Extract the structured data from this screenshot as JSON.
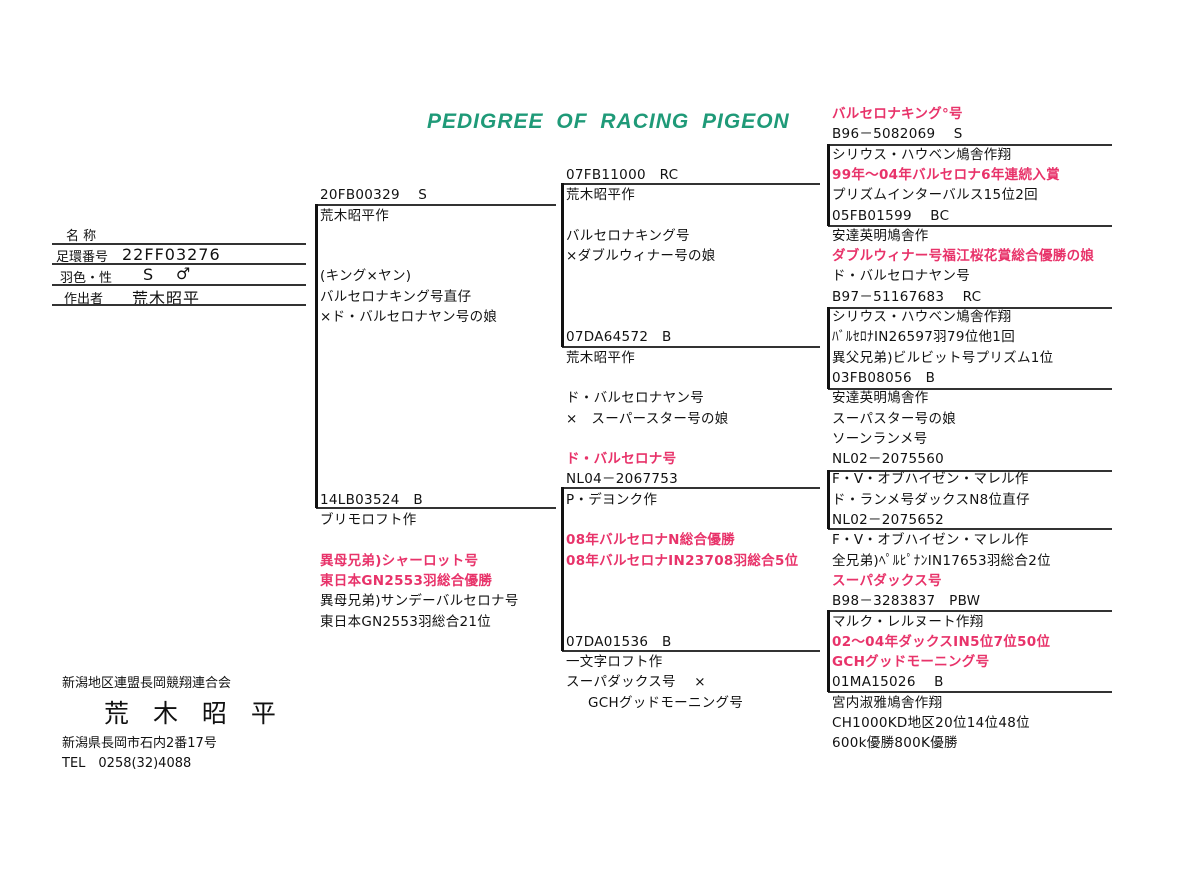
{
  "title": "PEDIGREE OF RACING PIGEON",
  "subject": {
    "name_label": "名 称",
    "ring_label": "足環番号",
    "ring": "22FF03276",
    "color_sex_label": "羽色・性",
    "color": "S",
    "sex": "♂",
    "breeder_label": "作出者",
    "breeder": "荒木昭平"
  },
  "parents": [
    {
      "text": "20FB00329　 S"
    },
    {
      "text": "荒木昭平作"
    },
    {
      "text": "(キング×ヤン)"
    },
    {
      "text": "バルセロナキング号直仔"
    },
    {
      "text": "×ド・バルセロナヤン号の娘"
    },
    {
      "text": "14LB03524　B"
    },
    {
      "text": "ブリモロフト作"
    },
    {
      "text": "異母兄弟)シャーロット号",
      "highlight": true
    },
    {
      "text": "東日本GN2553羽総合優勝",
      "highlight": true
    },
    {
      "text": "異母兄弟)サンデーバルセロナ号"
    },
    {
      "text": "東日本GN2553羽総合21位"
    }
  ],
  "grandparents": [
    {
      "text": "07FB11000　RC"
    },
    {
      "text": "荒木昭平作"
    },
    {
      "text": "バルセロナキング号"
    },
    {
      "text": "×ダブルウィナー号の娘"
    },
    {
      "text": "07DA64572　B"
    },
    {
      "text": "荒木昭平作"
    },
    {
      "text": "ド・バルセロナヤン号"
    },
    {
      "text": "×　スーパースター号の娘"
    },
    {
      "text": "ド・バルセロナ号",
      "highlight": true
    },
    {
      "text": "NL04－2067753"
    },
    {
      "text": "P・デヨンク作"
    },
    {
      "text": "08年バルセロナN総合優勝",
      "highlight": true
    },
    {
      "text": "08年バルセロナIN23708羽総合5位",
      "highlight": true
    },
    {
      "text": "07DA01536　B"
    },
    {
      "text": "一文字ロフト作"
    },
    {
      "text": "スーパダックス号　 ×"
    },
    {
      "text": "GCHグッドモーニング号"
    }
  ],
  "great_grandparents": [
    {
      "text": "バルセロナキング°号",
      "highlight": true
    },
    {
      "text": "B96－5082069　 S"
    },
    {
      "text": "シリウス・ハウベン鳩舎作翔"
    },
    {
      "text": "99年～04年バルセロナ6年連続入賞",
      "highlight": true
    },
    {
      "text": "プリズムインターバルス15位2回"
    },
    {
      "text": "05FB01599　 BC"
    },
    {
      "text": "安達英明鳩舎作"
    },
    {
      "text": "ダブルウィナー号福江桜花賞総合優勝の娘",
      "highlight": true
    },
    {
      "text": "ド・バルセロナヤン号"
    },
    {
      "text": "B97－51167683　 RC"
    },
    {
      "text": "シリウス・ハウベン鳩舎作翔"
    },
    {
      "text": "ﾊﾞﾙｾﾛﾅIN26597羽79位他1回"
    },
    {
      "text": "異父兄弟)ビルビット号プリズム1位"
    },
    {
      "text": "03FB08056　B"
    },
    {
      "text": "安達英明鳩舎作"
    },
    {
      "text": "スーパスター号の娘"
    },
    {
      "text": "ソーンランメ号"
    },
    {
      "text": "NL02－2075560"
    },
    {
      "text": "F・V・オブハイゼン・マレル作"
    },
    {
      "text": "ド・ランメ号ダックスN8位直仔"
    },
    {
      "text": "NL02－2075652"
    },
    {
      "text": "F・V・オブハイゼン・マレル作"
    },
    {
      "text": "全兄弟)ﾍﾟﾙﾋﾟﾅﾝIN17653羽総合2位"
    },
    {
      "text": "スーパダックス号",
      "highlight": true
    },
    {
      "text": "B98－3283837　PBW"
    },
    {
      "text": "マルク・レルヌート作翔"
    },
    {
      "text": "02～04年ダックスIN5位7位50位",
      "highlight": true
    },
    {
      "text": "GCHグッドモーニング号",
      "highlight": true
    },
    {
      "text": "01MA15026　 B"
    },
    {
      "text": "宮内淑雅鳩舎作翔"
    },
    {
      "text": "CH1000KD地区20位14位48位"
    },
    {
      "text": "600k優勝800K優勝"
    }
  ],
  "footer": {
    "association": "新潟地区連盟長岡競翔連合会",
    "owner": "荒 木 昭 平",
    "address": "新潟県長岡市石内2番17号",
    "tel": "TEL　0258(32)4088"
  },
  "colors": {
    "title": "#1f9a78",
    "highlight": "#e8336a"
  }
}
